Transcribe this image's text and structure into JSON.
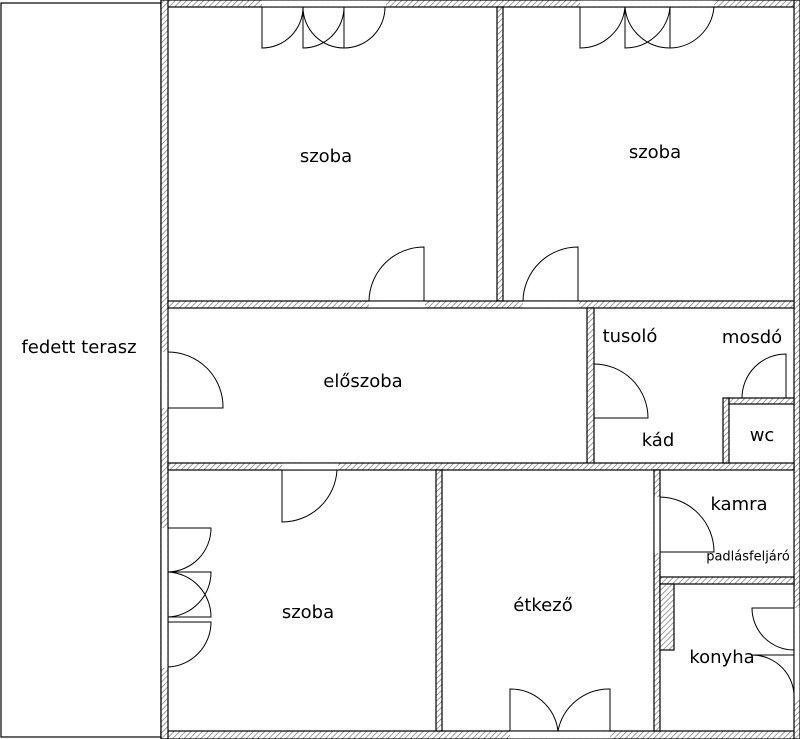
{
  "rooms": {
    "terrace": "fedett terasz",
    "room_top_left": "szoba",
    "room_top_right": "szoba",
    "hall": "előszoba",
    "shower": "tusoló",
    "washbasin": "mosdó",
    "bathtub": "kád",
    "wc": "wc",
    "room_bottom_left": "szoba",
    "dining": "étkező",
    "pantry": "kamra",
    "attic_access": "padlásfeljáró",
    "kitchen": "konyha"
  }
}
